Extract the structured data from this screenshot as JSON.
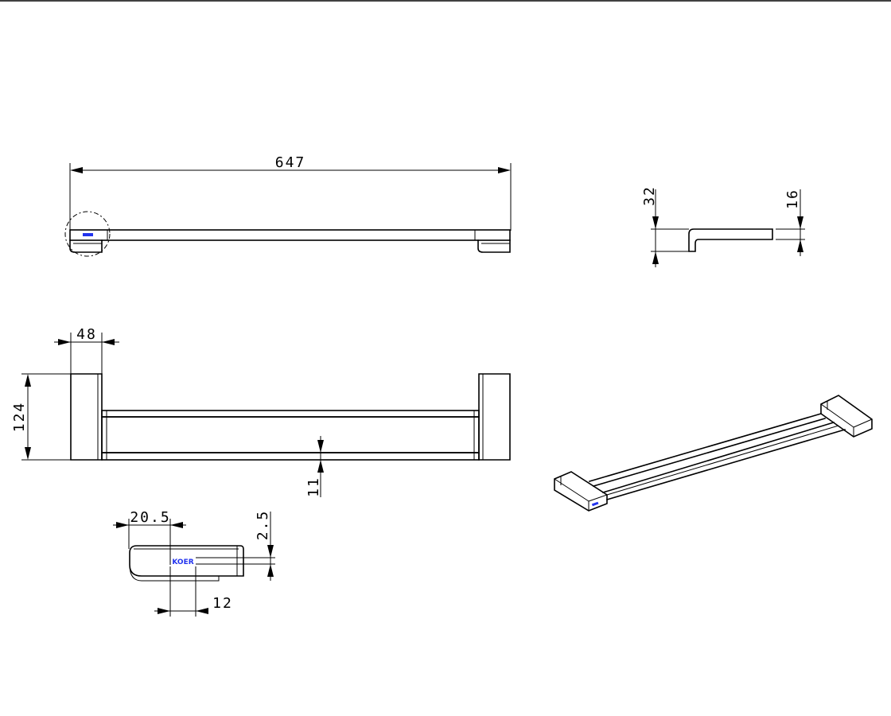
{
  "dimensions": {
    "overall_length": "647",
    "bracket_width": "48",
    "overall_depth": "124",
    "bar_gap": "11",
    "side_height": "32",
    "bar_thickness": "16",
    "cap_width": "20.5",
    "logo_offset": "2.5",
    "logo_length": "12"
  },
  "logo": {
    "text": "KOER",
    "color": "#2233ee"
  }
}
